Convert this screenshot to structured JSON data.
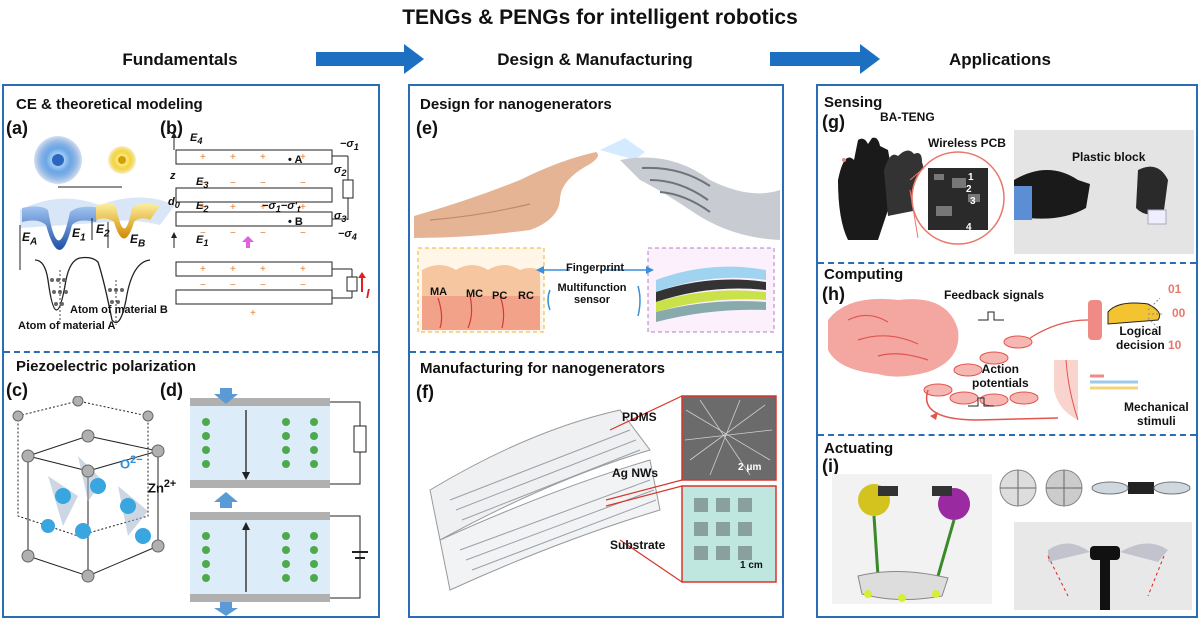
{
  "title": "TENGs & PENGs for intelligent robotics",
  "columns": [
    "Fundamentals",
    "Design & Manufacturing",
    "Applications"
  ],
  "sections": {
    "ce": "CE & theoretical modeling",
    "piezo": "Piezoelectric polarization",
    "design": "Design for nanogenerators",
    "manufacturing": "Manufacturing for nanogenerators",
    "sensing": "Sensing",
    "computing": "Computing",
    "actuating": "Actuating"
  },
  "panel_labels": {
    "a": "(a)",
    "b": "(b)",
    "c": "(c)",
    "d": "(d)",
    "e": "(e)",
    "f": "(f)",
    "g": "(g)",
    "h": "(h)",
    "i": "(i)"
  },
  "panel_a": {
    "ea": "E",
    "ea_sub": "A",
    "e1": "E",
    "e1_sub": "1",
    "e2": "E",
    "e2_sub": "2",
    "eb": "E",
    "eb_sub": "B",
    "atom_b": "Atom of material B",
    "atom_a": "Atom of material A"
  },
  "panel_b": {
    "e4": "E",
    "e4_sub": "4",
    "e3": "E",
    "e3_sub": "3",
    "e2": "E",
    "e2_sub": "2",
    "e1": "E",
    "e1_sub": "1",
    "z": "z",
    "d0": "d",
    "d0_sub": "0",
    "s1": "−σ",
    "s1_sub": "1",
    "s2": "σ",
    "s2_sub": "2",
    "s3": "σ",
    "s3_sub": "3",
    "s4": "−σ",
    "s4_sub": "4",
    "mid": "−σ",
    "mid_sub": "1",
    "mid2": "−σ′",
    "mid2_sub": "t",
    "pt_a": "• A",
    "pt_b": "• B",
    "current": "I"
  },
  "panel_c": {
    "o": "O",
    "o_sup": "2−",
    "zn": "Zn",
    "zn_sup": "2+"
  },
  "panel_e": {
    "fingerprint": "Fingerprint",
    "multi1": "Multifunction",
    "multi2": "sensor",
    "layers": [
      "MA",
      "MC",
      "PC",
      "RC"
    ]
  },
  "panel_f": {
    "pdms": "PDMS",
    "agnw": "Ag NWs",
    "substrate": "Substrate",
    "scale1": "2 μm",
    "scale2": "1 cm"
  },
  "panel_g": {
    "bateng": "BA-TENG",
    "pcb": "Wireless PCB",
    "block": "Plastic block",
    "pcb_nums": [
      "1",
      "2",
      "3",
      "4"
    ]
  },
  "panel_h": {
    "feedback": "Feedback signals",
    "logic1": "Logical",
    "logic2": "decision",
    "action1": "Action",
    "action2": "potentials",
    "mech1": "Mechanical",
    "mech2": "stimuli",
    "codes": [
      "01",
      "00",
      "10"
    ]
  },
  "colors": {
    "frame": "#2a6db5",
    "arrow": "#1d6fc2",
    "brain": "#f4a6a0",
    "accent": "#e2554f"
  }
}
